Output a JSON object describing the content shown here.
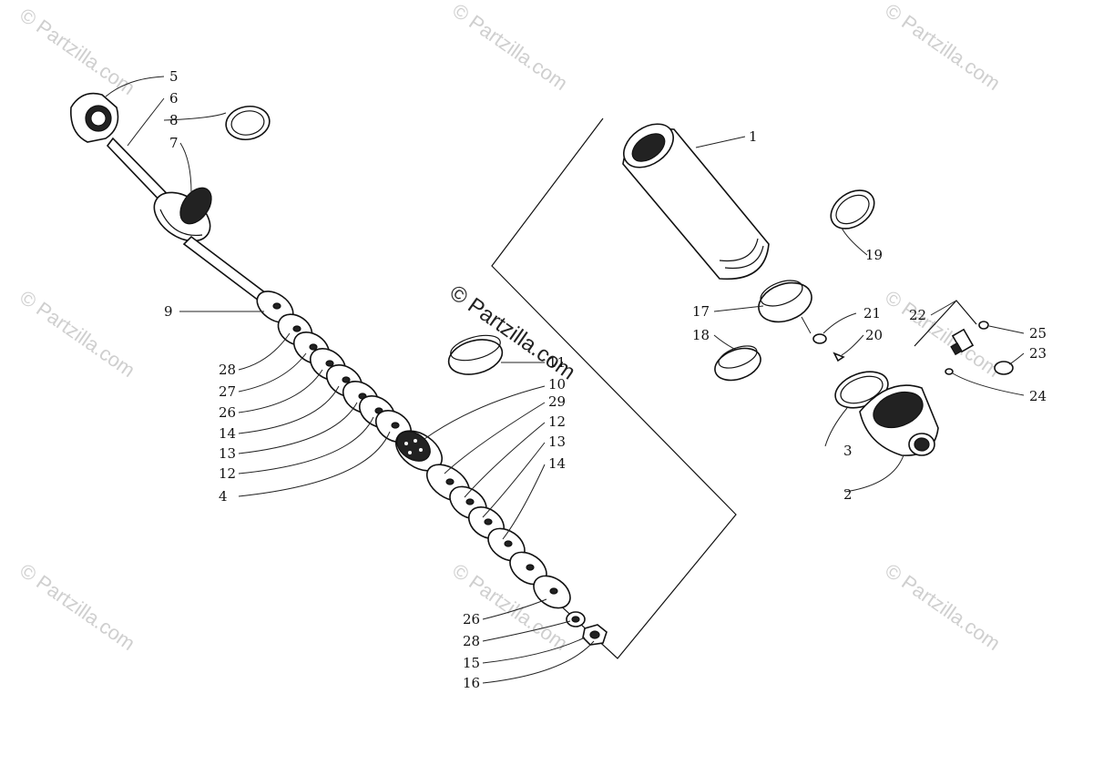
{
  "watermark": {
    "text": "© Partzilla.com",
    "center_text": "© Partzilla.com"
  },
  "callouts": [
    {
      "id": "c1",
      "text": "1"
    },
    {
      "id": "c2",
      "text": "2"
    },
    {
      "id": "c3",
      "text": "3"
    },
    {
      "id": "c4",
      "text": "4"
    },
    {
      "id": "c5",
      "text": "5"
    },
    {
      "id": "c6",
      "text": "6"
    },
    {
      "id": "c7",
      "text": "7"
    },
    {
      "id": "c8",
      "text": "8"
    },
    {
      "id": "c9",
      "text": "9"
    },
    {
      "id": "c10",
      "text": "10"
    },
    {
      "id": "c11",
      "text": "11"
    },
    {
      "id": "c12a",
      "text": "12"
    },
    {
      "id": "c12b",
      "text": "12"
    },
    {
      "id": "c13a",
      "text": "13"
    },
    {
      "id": "c13b",
      "text": "13"
    },
    {
      "id": "c14a",
      "text": "14"
    },
    {
      "id": "c14b",
      "text": "14"
    },
    {
      "id": "c15",
      "text": "15"
    },
    {
      "id": "c16",
      "text": "16"
    },
    {
      "id": "c17",
      "text": "17"
    },
    {
      "id": "c18",
      "text": "18"
    },
    {
      "id": "c19",
      "text": "19"
    },
    {
      "id": "c20",
      "text": "20"
    },
    {
      "id": "c21",
      "text": "21"
    },
    {
      "id": "c22",
      "text": "22"
    },
    {
      "id": "c23",
      "text": "23"
    },
    {
      "id": "c24",
      "text": "24"
    },
    {
      "id": "c25",
      "text": "25"
    },
    {
      "id": "c26a",
      "text": "26"
    },
    {
      "id": "c26b",
      "text": "26"
    },
    {
      "id": "c27",
      "text": "27"
    },
    {
      "id": "c28a",
      "text": "28"
    },
    {
      "id": "c28b",
      "text": "28"
    },
    {
      "id": "c29",
      "text": "29"
    }
  ]
}
